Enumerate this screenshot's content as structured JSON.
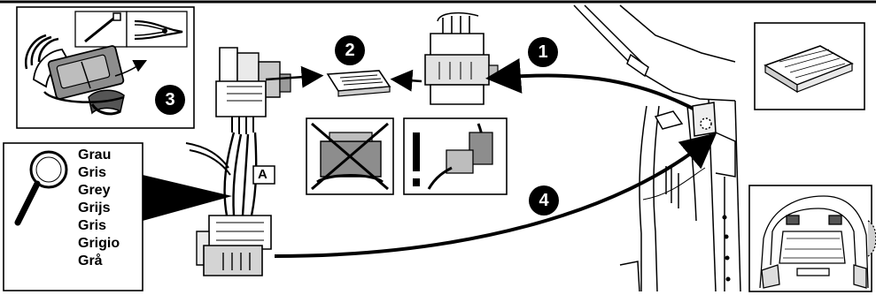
{
  "colors": {
    "ink": "#000000",
    "paper": "#ffffff",
    "mid_gray": "#9a9a9a",
    "light_gray": "#d6d6d6",
    "dark_gray": "#555555"
  },
  "steps": [
    "1",
    "2",
    "3",
    "4"
  ],
  "label_a": "A",
  "magnifier_words": [
    "Grau",
    "Gris",
    "Grey",
    "Grijs",
    "Gris",
    "Grigio",
    "Grå"
  ],
  "icons": [
    "cable-tie-icon",
    "pliers-icon",
    "magnifier-icon",
    "warning-exclamation-icon",
    "prohibited-cross-icon",
    "foam-pad-icon"
  ]
}
